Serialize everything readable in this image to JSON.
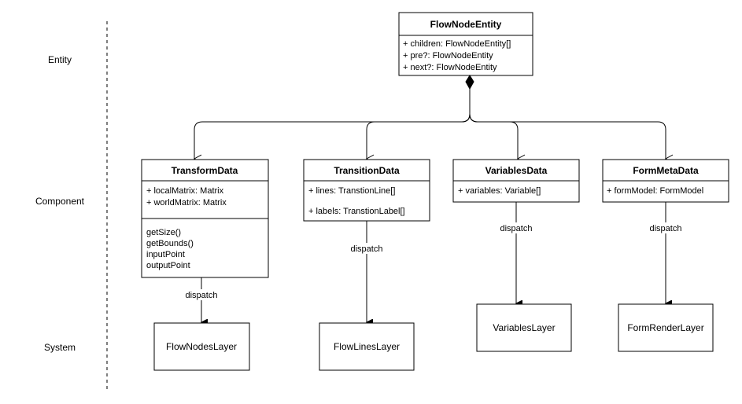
{
  "row_labels": {
    "entity": "Entity",
    "component": "Component",
    "system": "System"
  },
  "flow_node_entity": {
    "title": "FlowNodeEntity",
    "fields": [
      "+ children:  FlowNodeEntity[]",
      "+ pre?: FlowNodeEntity",
      "+ next?: FlowNodeEntity"
    ]
  },
  "components": {
    "transform_data": {
      "title": "TransformData",
      "fields": [
        "+ localMatrix: Matrix",
        "+ worldMatrix: Matrix"
      ],
      "methods": [
        "getSize()",
        "getBounds()",
        "inputPoint",
        "outputPoint"
      ]
    },
    "transition_data": {
      "title": "TransitionData",
      "fields": [
        "+ lines: TranstionLine[]",
        "+ labels: TranstionLabel[]"
      ]
    },
    "variables_data": {
      "title": "VariablesData",
      "fields": [
        "+ variables: Variable[]"
      ]
    },
    "form_meta_data": {
      "title": "FormMetaData",
      "fields": [
        "+ formModel: FormModel"
      ]
    }
  },
  "systems": {
    "flow_nodes_layer": "FlowNodesLayer",
    "flow_lines_layer": "FlowLinesLayer",
    "variables_layer": "VariablesLayer",
    "form_render_layer": "FormRenderLayer"
  },
  "edge_labels": {
    "dispatch": "dispatch"
  },
  "colors": {
    "stroke": "#000000",
    "fill": "#ffffff",
    "divider": "#000000"
  }
}
